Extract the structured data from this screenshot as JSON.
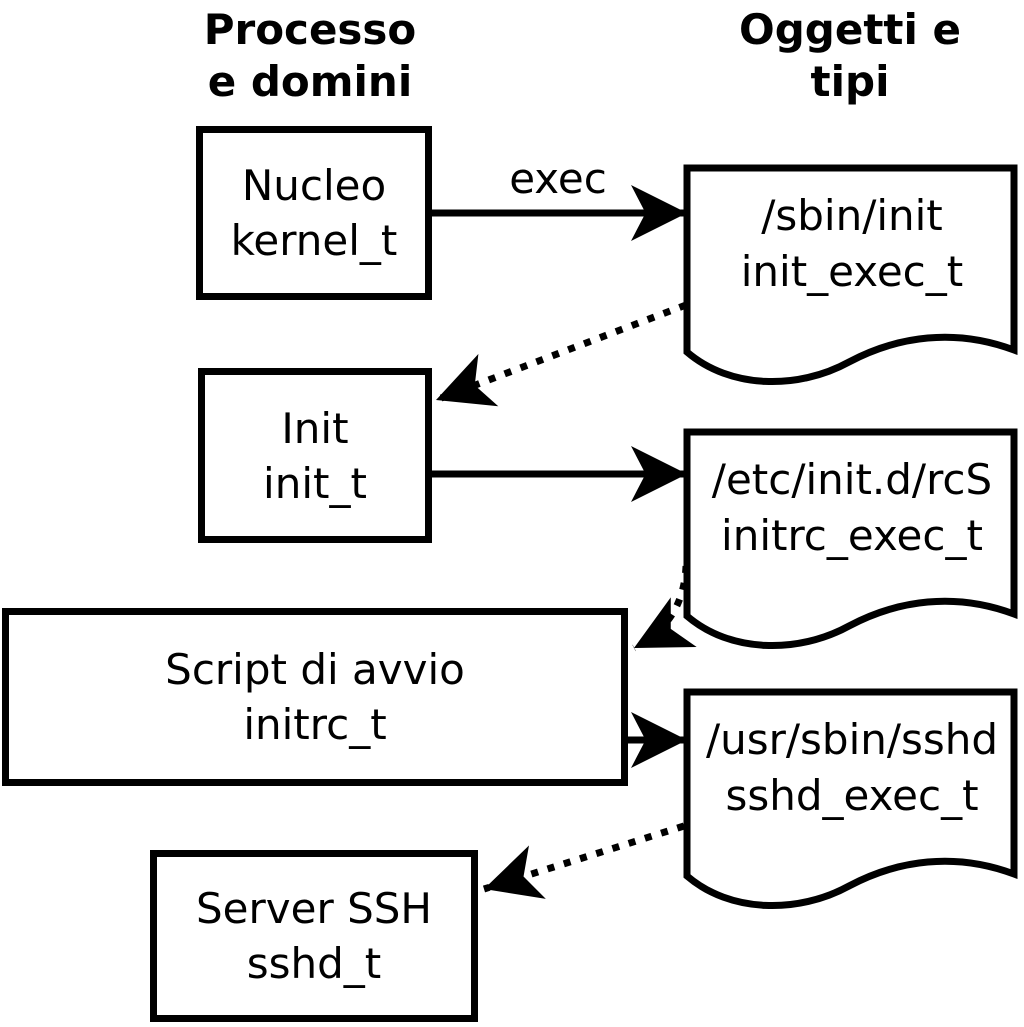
{
  "page": {
    "background_color": "#ffffff",
    "ink_color": "#000000"
  },
  "columns": {
    "left": {
      "line1": "Processo",
      "line2": "e domini"
    },
    "right": {
      "line1": "Oggetti e",
      "line2": "tipi"
    }
  },
  "processes": [
    {
      "name": "Nucleo",
      "domain": "kernel_t"
    },
    {
      "name": "Init",
      "domain": "init_t"
    },
    {
      "name": "Script di avvio",
      "domain": "initrc_t"
    },
    {
      "name": "Server SSH",
      "domain": "sshd_t"
    }
  ],
  "objects": [
    {
      "path": "/sbin/init",
      "type": "init_exec_t"
    },
    {
      "path": "/etc/init.d/rcS",
      "type": "initrc_exec_t"
    },
    {
      "path": "/usr/sbin/sshd",
      "type": "sshd_exec_t"
    }
  ],
  "arrows": {
    "exec_label": "exec",
    "connections": [
      {
        "from": "Nucleo kernel_t",
        "to": "/sbin/init init_exec_t",
        "style": "solid",
        "label": "exec"
      },
      {
        "from": "/sbin/init init_exec_t",
        "to": "Init init_t",
        "style": "dotted",
        "label": ""
      },
      {
        "from": "Init init_t",
        "to": "/etc/init.d/rcS initrc_exec_t",
        "style": "solid",
        "label": ""
      },
      {
        "from": "/etc/init.d/rcS initrc_exec_t",
        "to": "Script di avvio initrc_t",
        "style": "dotted",
        "label": ""
      },
      {
        "from": "Script di avvio initrc_t",
        "to": "/usr/sbin/sshd sshd_exec_t",
        "style": "solid",
        "label": ""
      },
      {
        "from": "/usr/sbin/sshd sshd_exec_t",
        "to": "Server SSH sshd_t",
        "style": "dotted",
        "label": ""
      }
    ]
  }
}
